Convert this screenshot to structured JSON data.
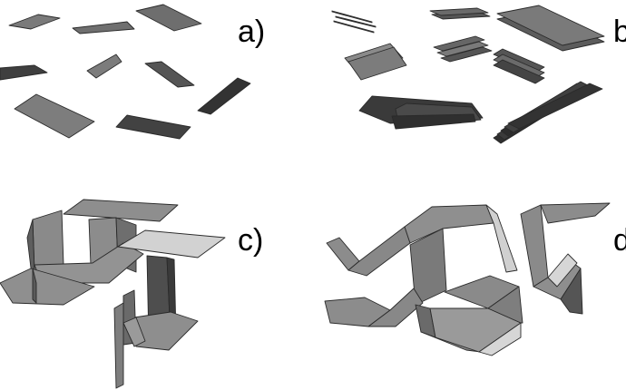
{
  "panels": [
    {
      "id": "a",
      "label": "a)"
    },
    {
      "id": "b",
      "label": "b)"
    },
    {
      "id": "c",
      "label": "c)"
    },
    {
      "id": "d",
      "label": "d)"
    }
  ],
  "colors": {
    "background": "#ffffff",
    "light_face": "#cfcfcf",
    "mid_face": "#8e8e8e",
    "dark_face": "#5a5a5a",
    "darkest_face": "#3a3a3a",
    "edge": "#2a2a2a"
  }
}
